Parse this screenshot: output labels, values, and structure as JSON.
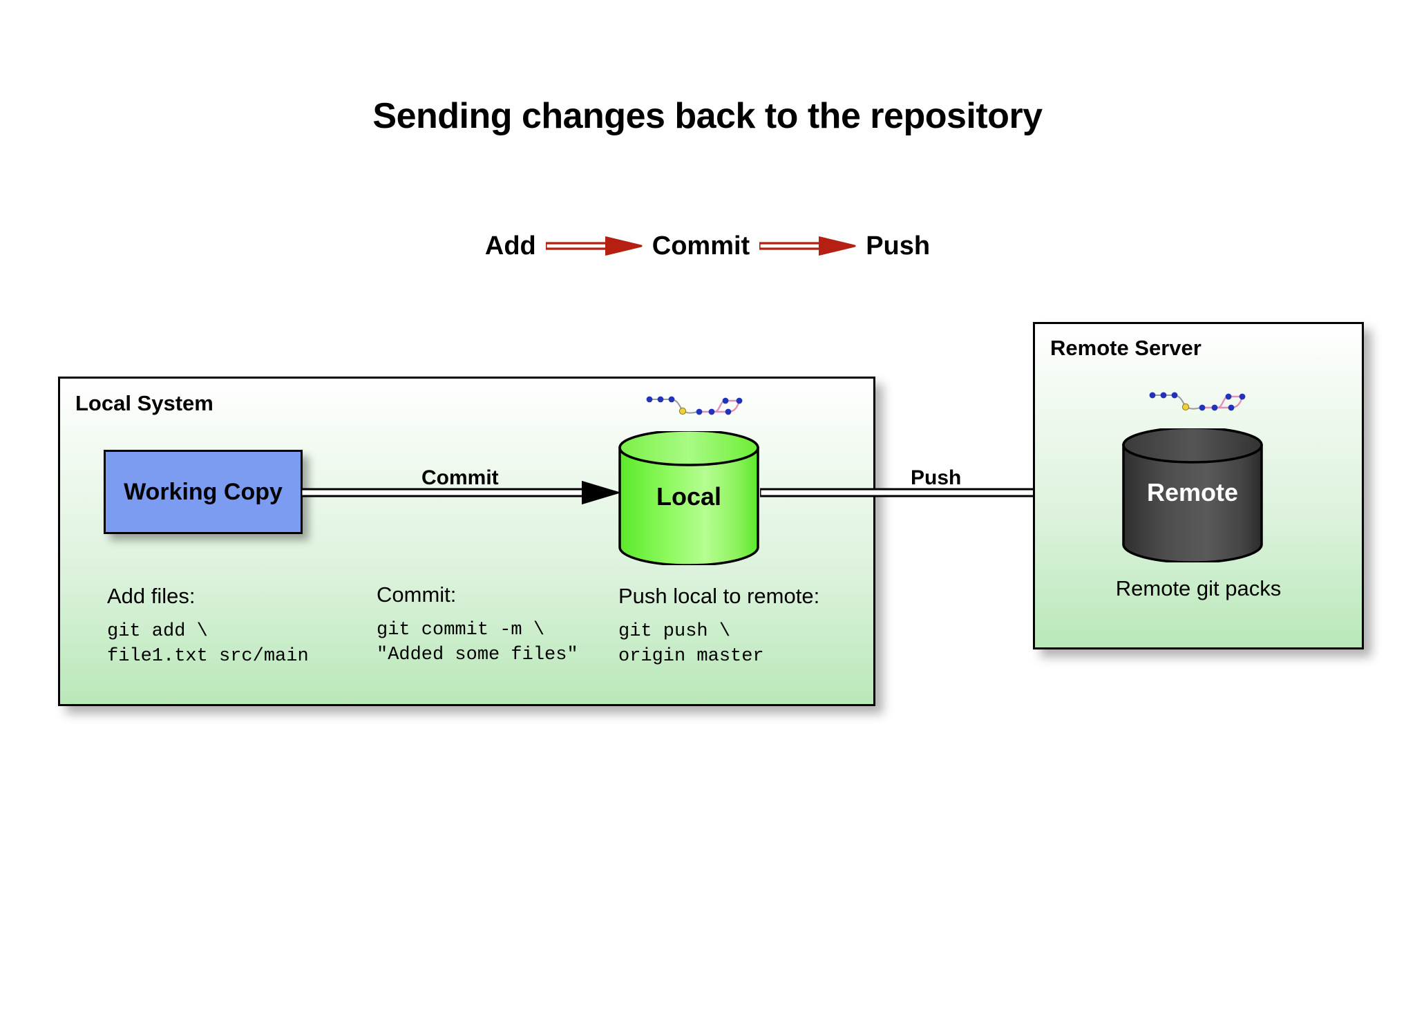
{
  "title": "Sending changes back to the repository",
  "flow": {
    "steps": [
      {
        "label": "Add"
      },
      {
        "label": "Commit"
      },
      {
        "label": "Push"
      }
    ],
    "arrow_color": "#B52012",
    "arrow_names": [
      "add-to-commit-arrow",
      "commit-to-push-arrow"
    ]
  },
  "local_system": {
    "title": "Local System",
    "panel_fill_top": "#ffffff",
    "panel_fill_bottom": "#b9e8b9",
    "working_copy": {
      "label": "Working Copy",
      "fill": "#7b9cf0"
    },
    "local_repo": {
      "label": "Local",
      "fill": "#6ef03c"
    },
    "commit_arrow_label": "Commit",
    "push_arrow_label": "Push",
    "commands": [
      {
        "heading": "Add files:",
        "code": "git add \\\nfile1.txt src/main"
      },
      {
        "heading": "Commit:",
        "code": "git commit -m \\\n\"Added some files\""
      },
      {
        "heading": "Push local to remote:",
        "code": "git push \\\norigin master"
      }
    ]
  },
  "remote_server": {
    "title": "Remote Server",
    "remote_repo": {
      "label": "Remote",
      "fill": "#4a4a4a"
    },
    "caption": "Remote git packs"
  },
  "git_graph": {
    "node_color": "#2233bb",
    "head_color": "#f0d13c",
    "edge_gray": "#9a9a9a",
    "edge_pink": "#e08fb8",
    "name": "git-commit-graph-icon"
  }
}
